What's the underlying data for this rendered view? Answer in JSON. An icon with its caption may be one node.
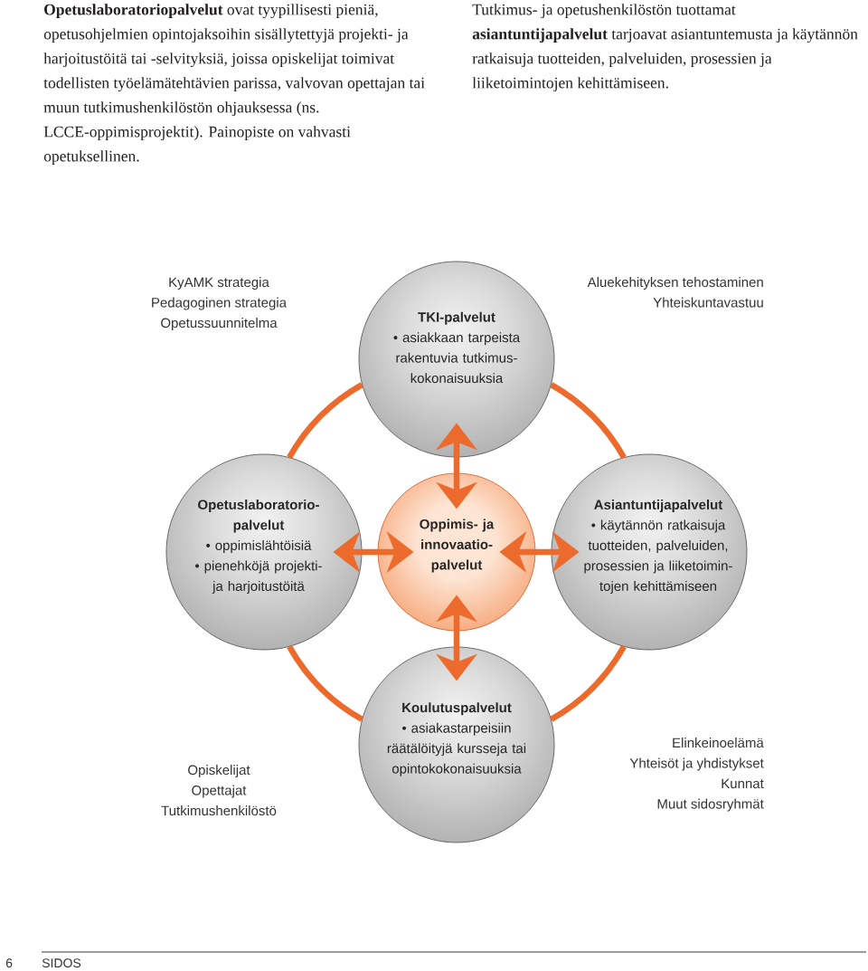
{
  "diagram": {
    "nodes": [
      {
        "text": [
          "TKI-palvelut",
          "• asiakkaan tarpeista rakentuvia tutkimus- kokonaisuuksia"
        ]
      },
      {
        "text": [
          "Opetuslaboratorio- palvelut",
          "• oppimislähtöisiä",
          "• pienehköjä projekti- ja harjoitustöitä"
        ]
      },
      {
        "text": [
          "Oppimis- ja innovaatio- palvelut"
        ]
      },
      {
        "text": [
          "Asiantuntijapalvelut",
          "• käytännön ratkaisuja tuotteiden, palveluiden, prosessien ja liiketoimin- tojen kehittämiseen"
        ]
      },
      {
        "text": [
          "Koulutuspalvelut",
          "• asiakastarpeisiin räätälöityjä kursseja tai opintokokonaisuuksia"
        ]
      }
    ],
    "edges": [
      {
        "from": 2,
        "to": 0,
        "arrow": "both"
      },
      {
        "from": 2,
        "to": 1,
        "arrow": "both"
      },
      {
        "from": 2,
        "to": 3,
        "arrow": "both"
      },
      {
        "from": 2,
        "to": 4,
        "arrow": "both"
      },
      {
        "from": 0,
        "to": 1,
        "arrow": "none"
      },
      {
        "from": 1,
        "to": 4,
        "arrow": "none"
      },
      {
        "from": 4,
        "to": 3,
        "arrow": "none"
      },
      {
        "from": 3,
        "to": 0,
        "arrow": "none"
      }
    ],
    "labels": [
      "**Opetuslaboratoriopalvelut** ovat tyypillisesti pieniä, opetusohjelmien opintojaksoihin sisällytettyjä projekti- ja harjoitustöitä tai -selvityksiä, joissa opiskelijat toimivat todellisten työelämätehtävien parissa, valvovan opettajan tai muun tutkimushenkilöstön ohjauksessa (ns. LCCE-oppimisprojektit). Painopiste on vahvasti opetuksellinen.",
      "Tutkimus- ja opetushenkilöstön tuottamat **asiantuntijapalvelut** tarjoavat asiantuntemusta ja käytännön ratkaisuja tuotteiden, palveluiden, prosessien ja liiketoimintojen kehittämiseen.",
      "KyAMK strategia",
      "Pedagoginen strategia",
      "Opetussuunnitelma",
      "Aluekehityksen tehostaminen",
      "Yhteiskuntavastuu",
      "Opiskelijat",
      "Opettajat",
      "Tutkimushenkilöstö",
      "Elinkeinoelämä",
      "Yhteisöt ja yhdistykset",
      "Kunnat",
      "Muut sidosryhmät",
      "6",
      "SIDOS"
    ]
  }
}
